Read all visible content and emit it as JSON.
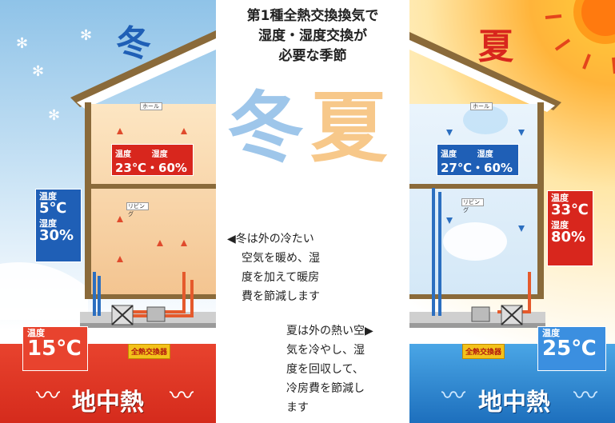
{
  "center": {
    "title_lines": [
      "第1種全熱交換換気で",
      "湿度・湿度交換が",
      "必要な季節"
    ],
    "big_winter": "冬",
    "big_summer": "夏",
    "winter_desc": [
      "◀冬は外の冷たい",
      "空気を暖め、湿",
      "度を加えて暖房",
      "費を節減します"
    ],
    "summer_desc": [
      "夏は外の熱い空▶",
      "気を冷やし、湿",
      "度を回収して、",
      "冷房費を節減し",
      "ます"
    ]
  },
  "winter": {
    "season": "冬",
    "indoor": {
      "label_temp": "温度",
      "label_hum": "湿度",
      "value": "23℃・60%"
    },
    "outdoor": {
      "label_temp": "温度",
      "temp": "5℃",
      "label_hum": "湿度",
      "hum": "30%"
    },
    "ground": {
      "label": "温度",
      "temp": "15℃"
    },
    "device": "全熱交換器",
    "geothermal": "地中熱",
    "vent_label": "ホール",
    "vent_label_2": "リビング"
  },
  "summer": {
    "season": "夏",
    "indoor": {
      "label_temp": "温度",
      "label_hum": "湿度",
      "value": "27℃・60%"
    },
    "outdoor": {
      "label_temp": "温度",
      "temp": "33℃",
      "label_hum": "湿度",
      "hum": "80%"
    },
    "ground": {
      "label": "温度",
      "temp": "25℃"
    },
    "device": "全熱交換器",
    "geothermal": "地中熱",
    "vent_label": "ホール",
    "vent_label_2": "リビング"
  },
  "colors": {
    "winter_accent": "#1f5fb6",
    "summer_accent": "#d8261d",
    "ground_warm": "#d52b1c",
    "ground_cool": "#1d6fbd"
  }
}
